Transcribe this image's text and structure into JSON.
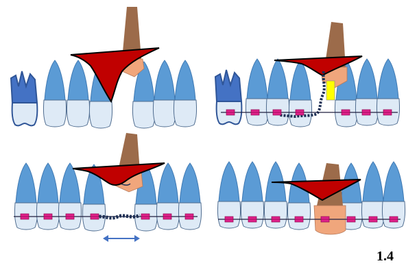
{
  "figure": {
    "label": "1.4"
  },
  "colors": {
    "crown_fill": "#5B9BD5",
    "crown_stroke": "#3E78B2",
    "root_fill": "#DEEAF6",
    "root_stroke": "#4F6C8F",
    "molar_fill": "#4472C4",
    "molar_stroke": "#2F5597",
    "impacted_root": "#9C6B4A",
    "impacted_crown": "#F0A67C",
    "gum_flap": "#C00000",
    "bracket": "#E0218A",
    "archwire": "#1F1F3F",
    "ligature_chain": "#1E3055",
    "spring": "#FFFF00",
    "arrow": "#4472C4"
  },
  "panels": [
    {
      "id": "top-left",
      "stage": 1,
      "description_visible": false
    },
    {
      "id": "top-right",
      "stage": 2,
      "description_visible": false
    },
    {
      "id": "bottom-left",
      "stage": 3,
      "description_visible": false
    },
    {
      "id": "bottom-right",
      "stage": 4,
      "description_visible": false
    }
  ]
}
